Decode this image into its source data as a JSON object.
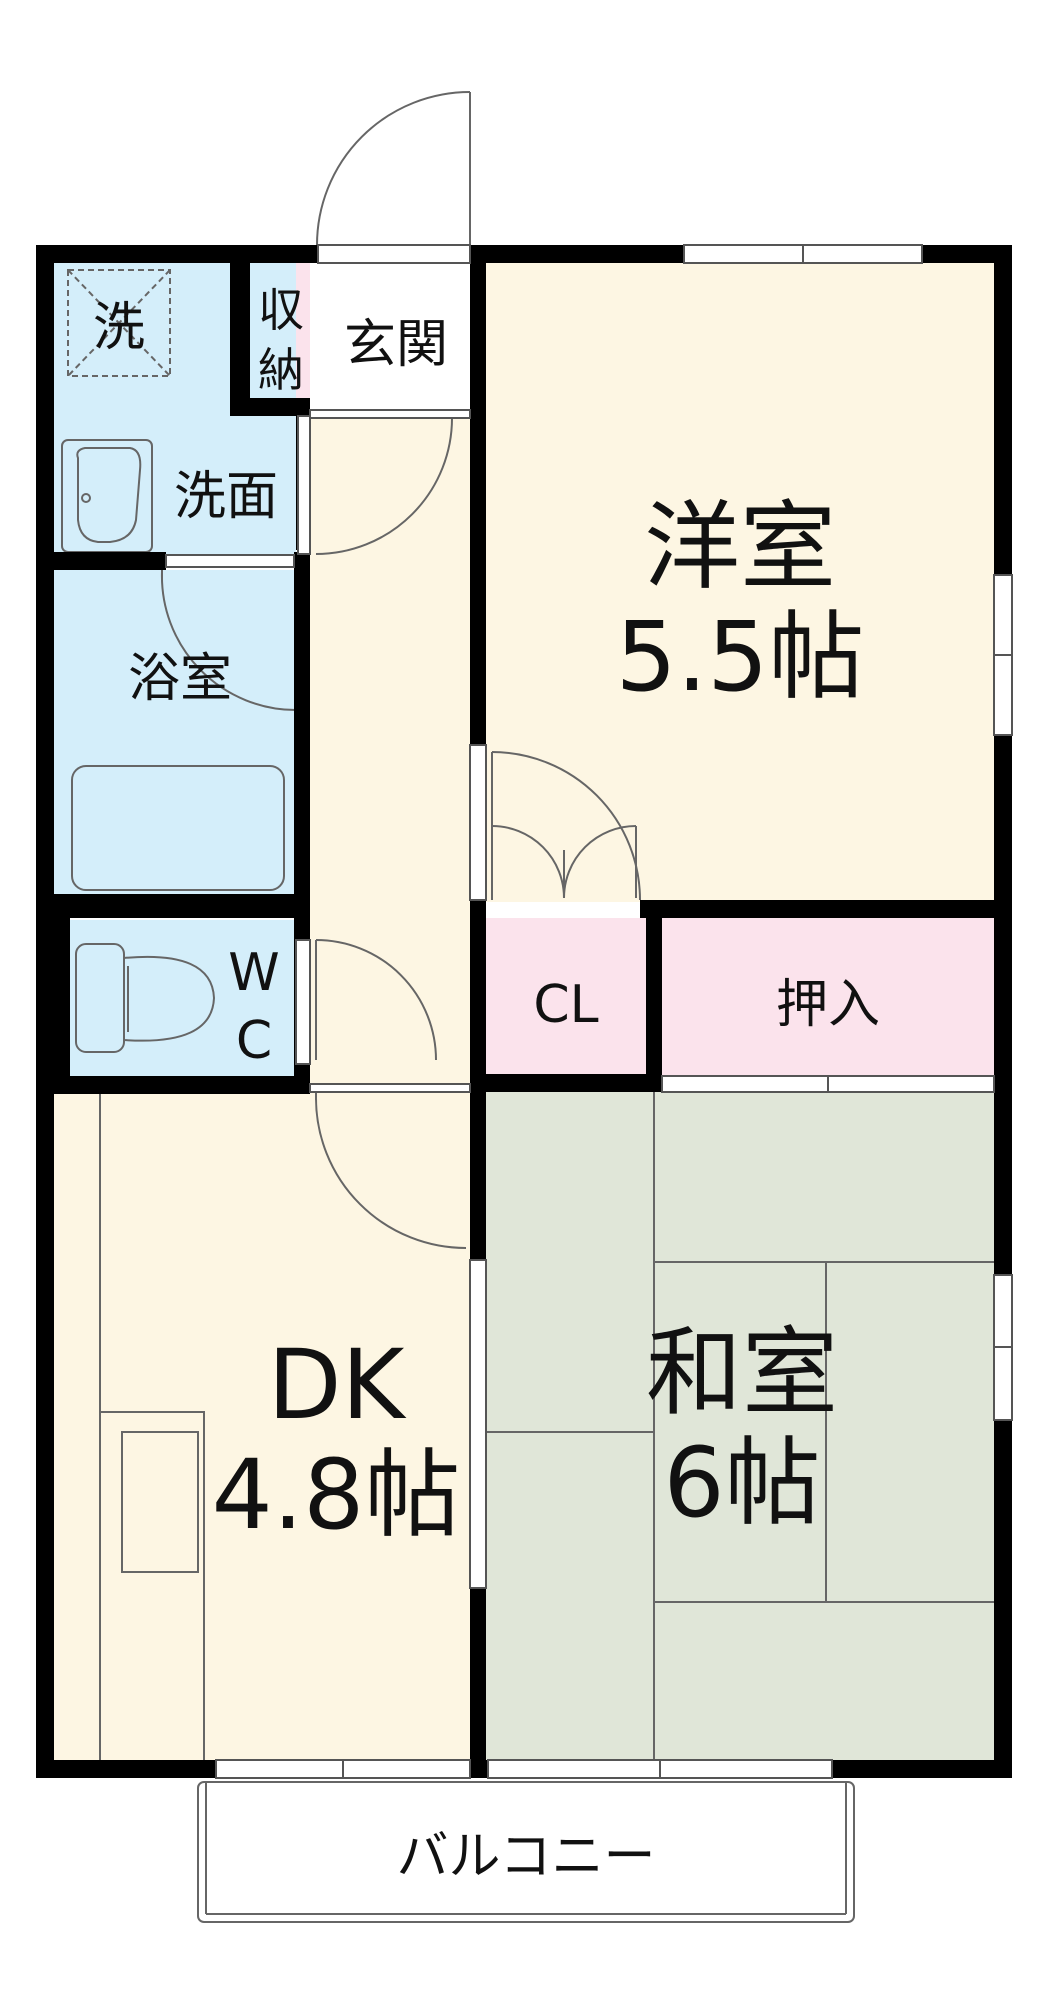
{
  "colors": {
    "wall": "#000000",
    "western": "#fdf6e3",
    "japanese": "#e0e6d8",
    "wet": "#d4eefa",
    "storage": "#fbe3ec",
    "entry": "#ffffff",
    "line": "#666666"
  },
  "rooms": {
    "western": {
      "name": "洋室",
      "size": "5.5帖"
    },
    "japanese": {
      "name": "和室",
      "size": "6帖"
    },
    "dk": {
      "name": "DK",
      "size": "4.8帖"
    },
    "washer": "洗",
    "storage": {
      "line1": "収",
      "line2": "納"
    },
    "entrance": "玄関",
    "washroom": "洗面",
    "bath": "浴室",
    "wc": {
      "line1": "W",
      "line2": "C"
    },
    "closet": "CL",
    "oshiire": "押入",
    "balcony": "バルコニー"
  }
}
